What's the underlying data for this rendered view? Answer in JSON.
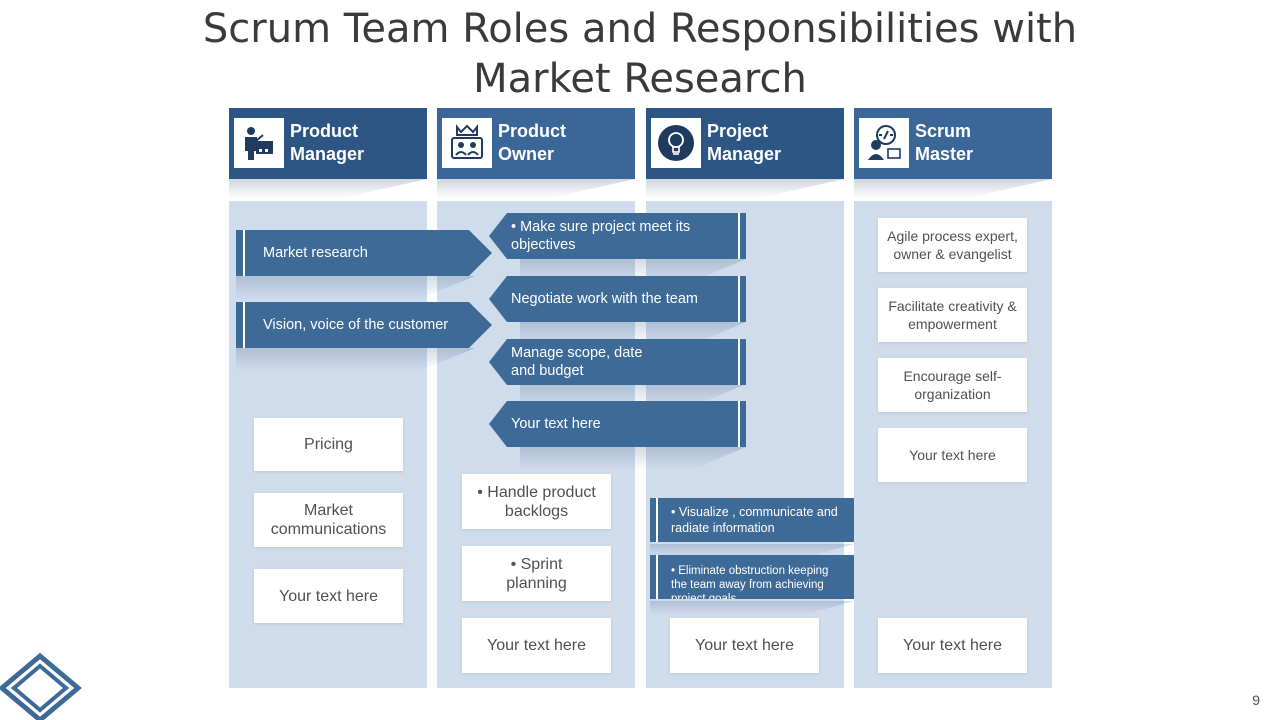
{
  "title_line1": "Scrum Team Roles and Responsibilities with",
  "title_line2": "Market Research",
  "columns": [
    {
      "header_line1": "Product",
      "header_line2": "Manager",
      "icon": "presenter-icon",
      "color": "#2e5685"
    },
    {
      "header_line1": "Product",
      "header_line2": "Owner",
      "icon": "crown-team-icon",
      "color": "#3b6798"
    },
    {
      "header_line1": "Project",
      "header_line2": "Manager",
      "icon": "lightbulb-icon",
      "color": "#2e5685"
    },
    {
      "header_line1": "Scrum",
      "header_line2": "Master",
      "icon": "developer-icon",
      "color": "#3b6798"
    }
  ],
  "product_manager": {
    "arrows": [
      "Market research",
      "Vision, voice of the customer"
    ],
    "boxes": [
      "Pricing",
      "Market communications",
      "Your text here"
    ]
  },
  "product_owner": {
    "arrows": [
      "• Make sure project meet its objectives",
      "Negotiate work with the team",
      "Manage scope, date and budget",
      "Your text here"
    ],
    "boxes": [
      "• Handle product backlogs",
      "• Sprint planning",
      "Your text here"
    ]
  },
  "project_manager": {
    "tabs": [
      "• Visualize , communicate and radiate information",
      "• Eliminate obstruction keeping the team away from achieving project goals"
    ],
    "boxes": [
      "Your text here"
    ]
  },
  "scrum_master": {
    "boxes": [
      "Agile process expert, owner & evangelist",
      "Facilitate creativity & empowerment",
      "Encourage self-organization",
      "Your text here",
      "Your text here"
    ]
  },
  "page_number": "9",
  "colors": {
    "accent": "#3e6a98",
    "column_bg": "#cfdcec",
    "header_dark": "#2e5685"
  }
}
